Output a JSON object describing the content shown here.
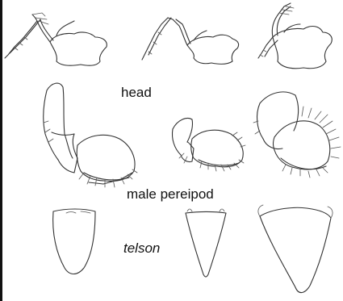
{
  "labels": {
    "head": "head",
    "pereipod": "male pereipod",
    "telson": "telson"
  },
  "colors": {
    "ink": "#333333",
    "background": "#ffffff",
    "left_border": "#111111"
  }
}
